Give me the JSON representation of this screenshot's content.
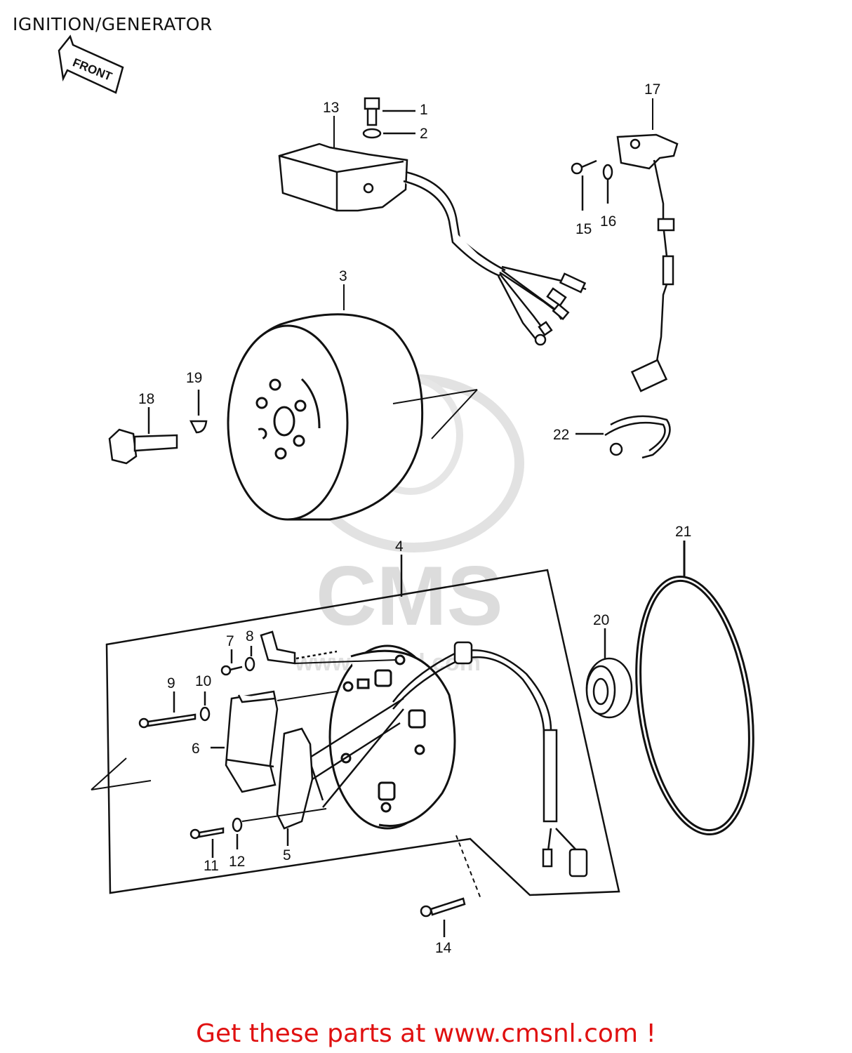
{
  "title": "IGNITION/GENERATOR",
  "front_label": "FRONT",
  "watermark_text": "CMS",
  "watermark_url": "www.cmsnl.com",
  "footer": "Get these parts at www.cmsnl.com !",
  "colors": {
    "footer": "#e01010",
    "line": "#111111",
    "watermark": "#dddddd"
  },
  "callouts": {
    "c1": "1",
    "c2": "2",
    "c3": "3",
    "c4": "4",
    "c5": "5",
    "c6": "6",
    "c7": "7",
    "c8": "8",
    "c9": "9",
    "c10": "10",
    "c11": "11",
    "c12": "12",
    "c13": "13",
    "c14": "14",
    "c15": "15",
    "c16": "16",
    "c17": "17",
    "c18": "18",
    "c19": "19",
    "c20": "20",
    "c21": "21",
    "c22": "22"
  }
}
